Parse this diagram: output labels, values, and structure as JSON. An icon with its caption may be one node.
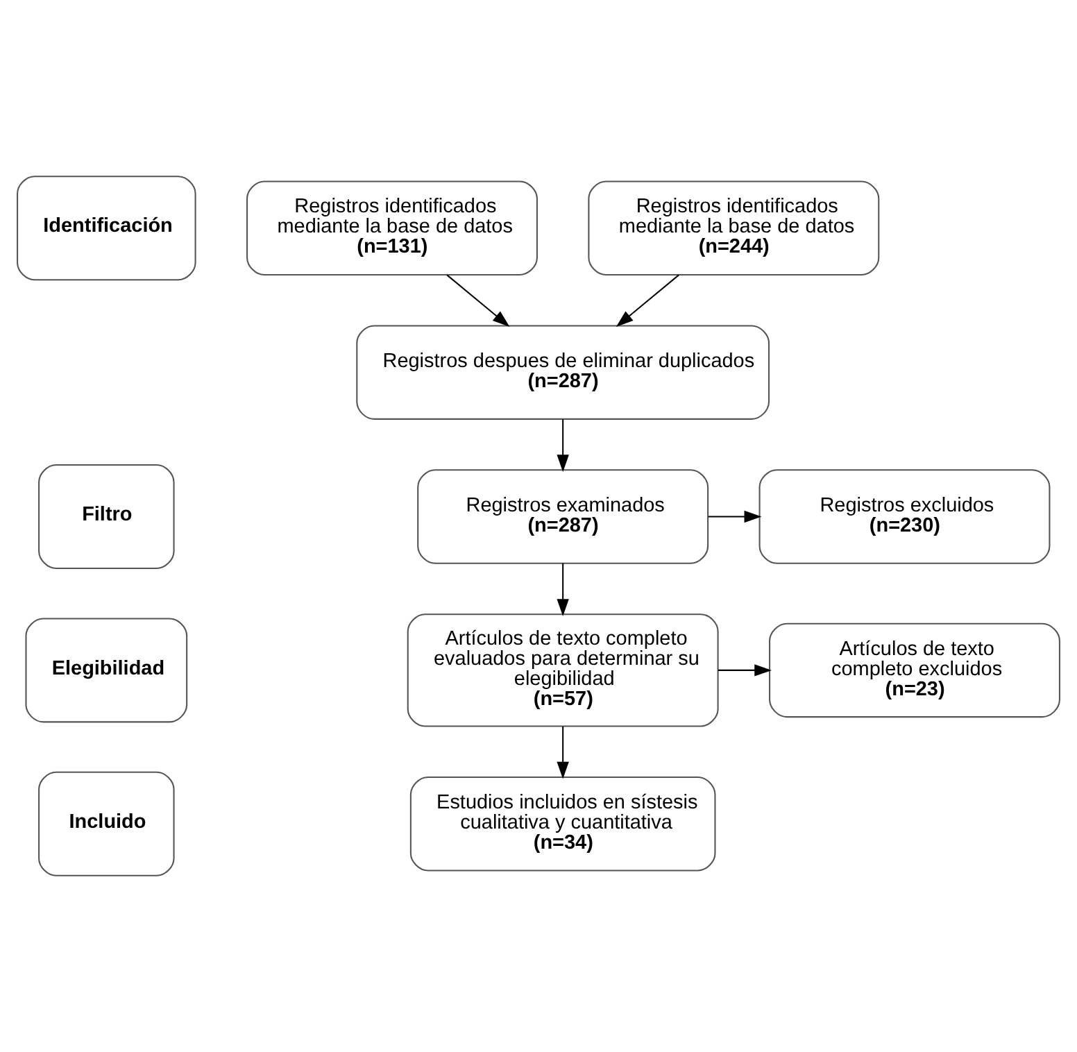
{
  "diagram": {
    "nodes": [
      {
        "text": [
          "Identificación"
        ]
      },
      {
        "text": [
          "Registros identificados mediante la base de datos",
          "(n=131)"
        ]
      },
      {
        "text": [
          "Registros identificados mediante la base de datos",
          "(n=244)"
        ]
      },
      {
        "text": [
          "Registros despues de eliminar duplicados",
          "(n=287)"
        ]
      },
      {
        "text": [
          "Filtro"
        ]
      },
      {
        "text": [
          "Registros examinados",
          "(n=287)"
        ]
      },
      {
        "text": [
          "Registros excluidos",
          "(n=230)"
        ]
      },
      {
        "text": [
          "Elegibilidad"
        ]
      },
      {
        "text": [
          "Artículos de texto completo evaluados para determinar su elegibilidad",
          "(n=57)"
        ]
      },
      {
        "text": [
          "Artículos de texto completo excluidos",
          "(n=23)"
        ]
      },
      {
        "text": [
          "Incluido"
        ]
      },
      {
        "text": [
          "Estudios incluidos en sístesis cualitativa y cuantitativa",
          "(n=34)"
        ]
      }
    ],
    "edges": [
      {
        "from": 1,
        "to": 3,
        "arrow": "to"
      },
      {
        "from": 2,
        "to": 3,
        "arrow": "to"
      },
      {
        "from": 3,
        "to": 5,
        "arrow": "to"
      },
      {
        "from": 5,
        "to": 6,
        "arrow": "to"
      },
      {
        "from": 5,
        "to": 8,
        "arrow": "to"
      },
      {
        "from": 8,
        "to": 9,
        "arrow": "to"
      },
      {
        "from": 8,
        "to": 11,
        "arrow": "to"
      }
    ]
  }
}
